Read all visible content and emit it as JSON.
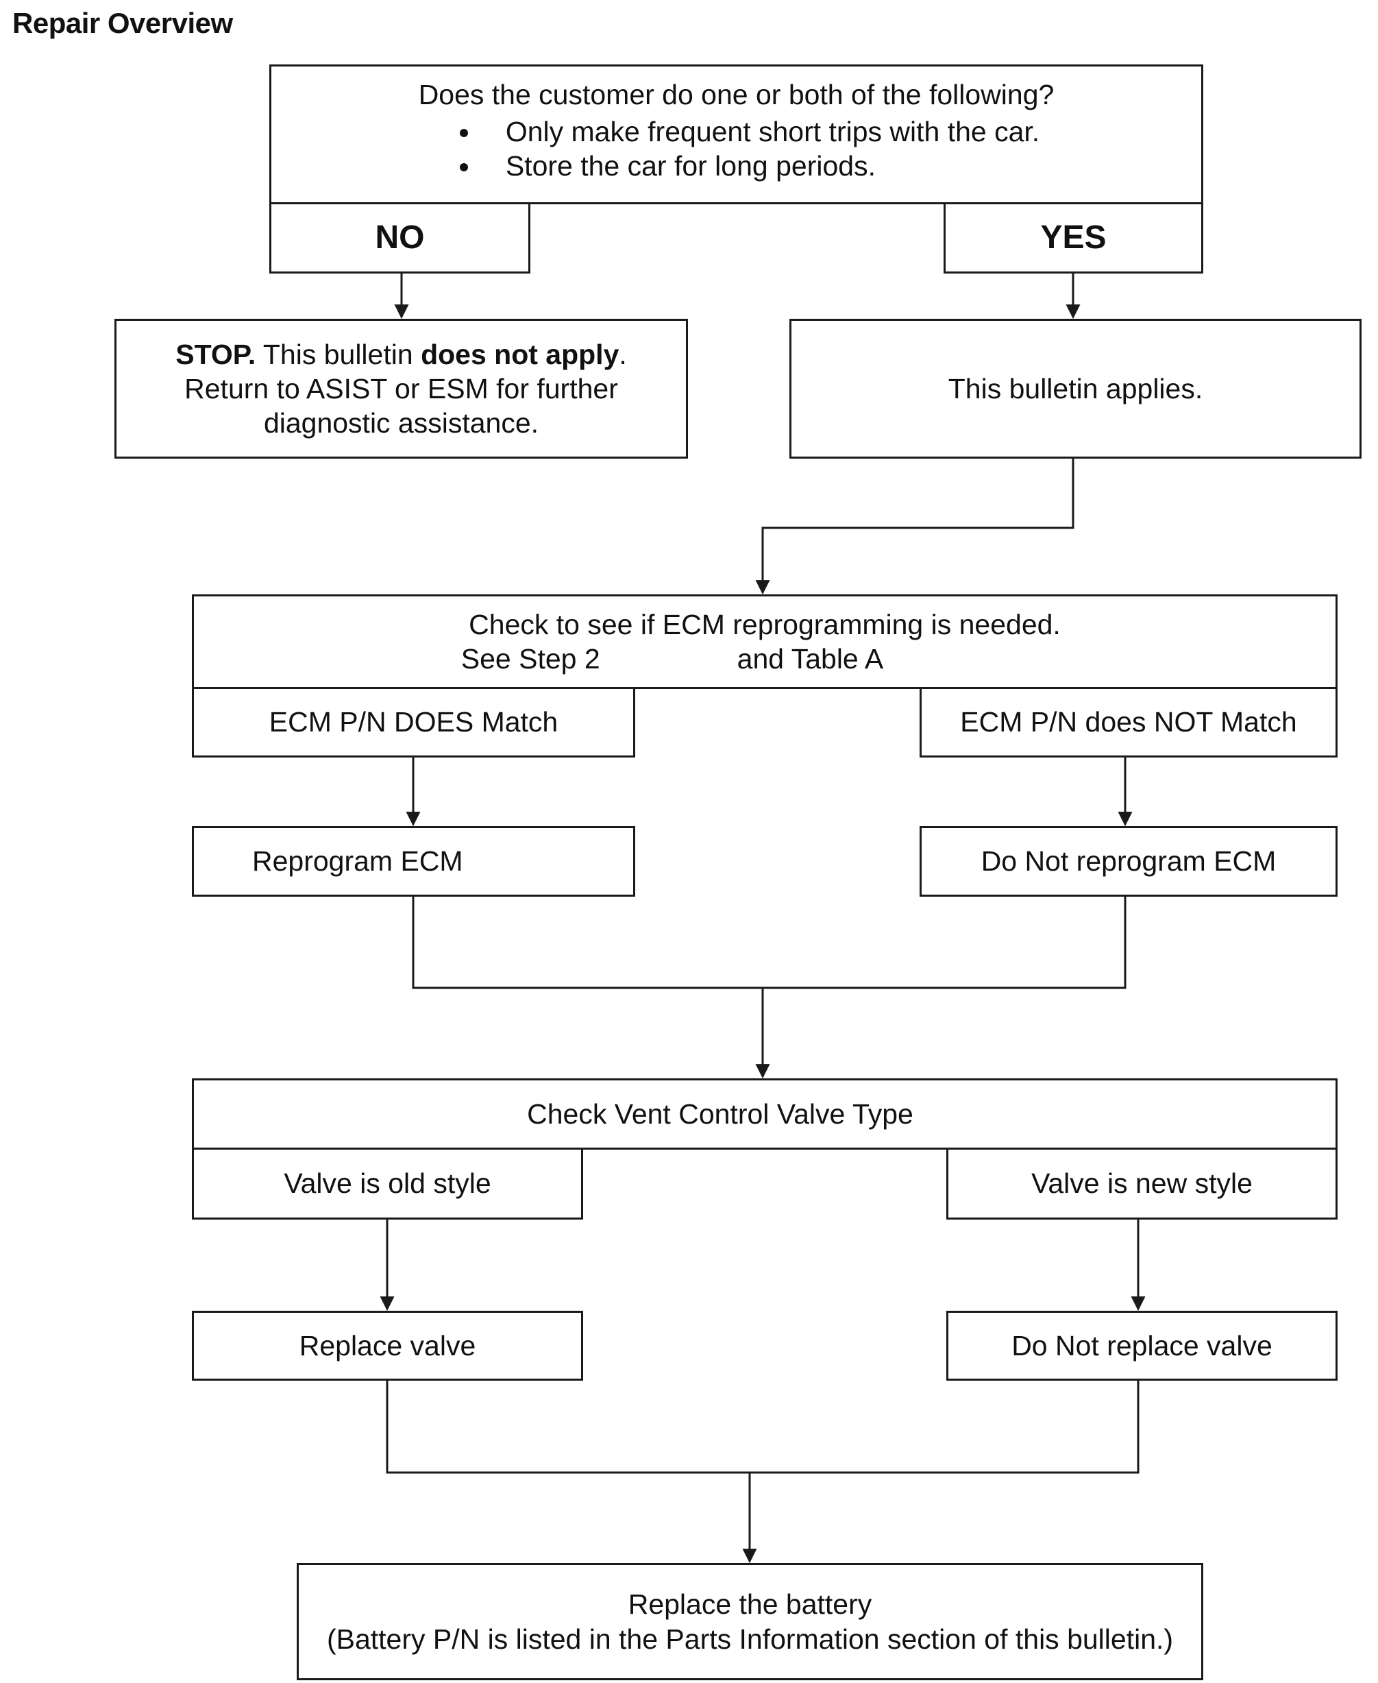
{
  "page_title": "Repair Overview",
  "question": {
    "text": "Does the customer do one or both of the following?",
    "bullets": [
      "Only make frequent short trips with the car.",
      "Store the car for long periods."
    ]
  },
  "branch_no": "NO",
  "branch_yes": "YES",
  "stop_box": {
    "stop": "STOP.",
    "pre": "This bulletin",
    "bold": "does not apply",
    "post": ".",
    "line2": "Return to ASIST or ESM for further",
    "line3": "diagnostic assistance."
  },
  "applies_box": "This bulletin applies.",
  "ecm_check": {
    "line1": "Check to see if ECM reprogramming is needed.",
    "line2a": "See Step 2",
    "line2b": "and Table A"
  },
  "ecm_match": "ECM P/N DOES Match",
  "ecm_no_match": "ECM P/N does NOT Match",
  "reprogram": "Reprogram ECM",
  "no_reprogram": "Do Not reprogram ECM",
  "valve_check": "Check Vent Control Valve Type",
  "valve_old": "Valve is old style",
  "valve_new": "Valve is new style",
  "replace_valve": "Replace valve",
  "no_replace_valve": "Do Not replace valve",
  "battery": {
    "line1": "Replace the battery",
    "line2": "(Battery P/N is listed in the Parts Information section of this bulletin.)"
  }
}
